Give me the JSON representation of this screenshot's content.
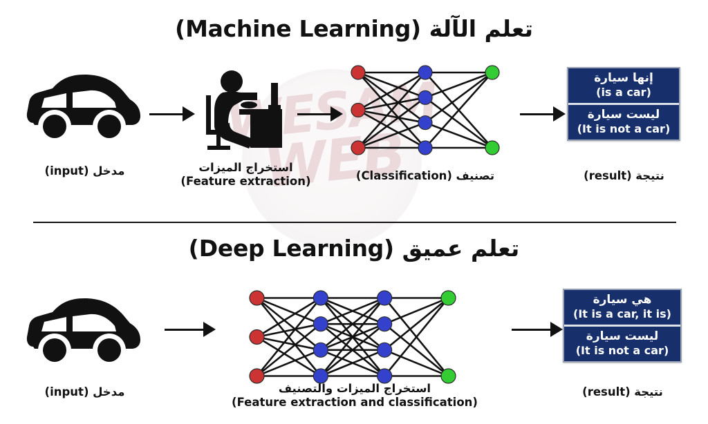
{
  "sections": {
    "ml": {
      "title": "تعلم الآلة (Machine Learning)",
      "stages": {
        "input": {
          "ar": "مدخل",
          "en": "(input)",
          "icon": "car-icon"
        },
        "feature": {
          "ar": "استخراج الميزات",
          "en": "(Feature extraction)",
          "icon": "person-at-desk-icon"
        },
        "classify": {
          "ar": "تصنيف",
          "en": "(Classification)",
          "icon": "neural-network-icon"
        },
        "result": {
          "ar": "نتيجة",
          "en": "(result)"
        }
      },
      "result_box": [
        {
          "ar": "إنها سيارة",
          "en": "(is a car)"
        },
        {
          "ar": "ليست سيارة",
          "en": "(It is not a car)"
        }
      ],
      "network": {
        "layers": [
          3,
          4,
          2
        ],
        "colors": [
          "#cc3333",
          "#3341cc",
          "#33cc33"
        ]
      }
    },
    "dl": {
      "title": "تعلم عميق (Deep Learning)",
      "stages": {
        "input": {
          "ar": "مدخل",
          "en": "(input)",
          "icon": "car-icon"
        },
        "process": {
          "ar": "استخراج الميزات والتصنيف",
          "en": "(Feature extraction and classification)",
          "icon": "deep-neural-network-icon"
        },
        "result": {
          "ar": "نتيجة",
          "en": "(result)"
        }
      },
      "result_box": [
        {
          "ar": "هي سيارة",
          "en": "(It is a car, it is)"
        },
        {
          "ar": "ليست سيارة",
          "en": "(It is not a car)"
        }
      ],
      "network": {
        "layers": [
          3,
          4,
          4,
          2
        ],
        "colors": [
          "#cc3333",
          "#3341cc",
          "#3341cc",
          "#33cc33"
        ]
      }
    }
  },
  "watermark": {
    "line1": "WESAM",
    "line2": "WEB",
    "color": "#8d2436"
  },
  "palette": {
    "node_red": "#cc3333",
    "node_blue": "#3341cc",
    "node_green": "#33cc33",
    "box_navy": "#17306b",
    "box_border": "#9aa3b5",
    "ink": "#111111"
  }
}
